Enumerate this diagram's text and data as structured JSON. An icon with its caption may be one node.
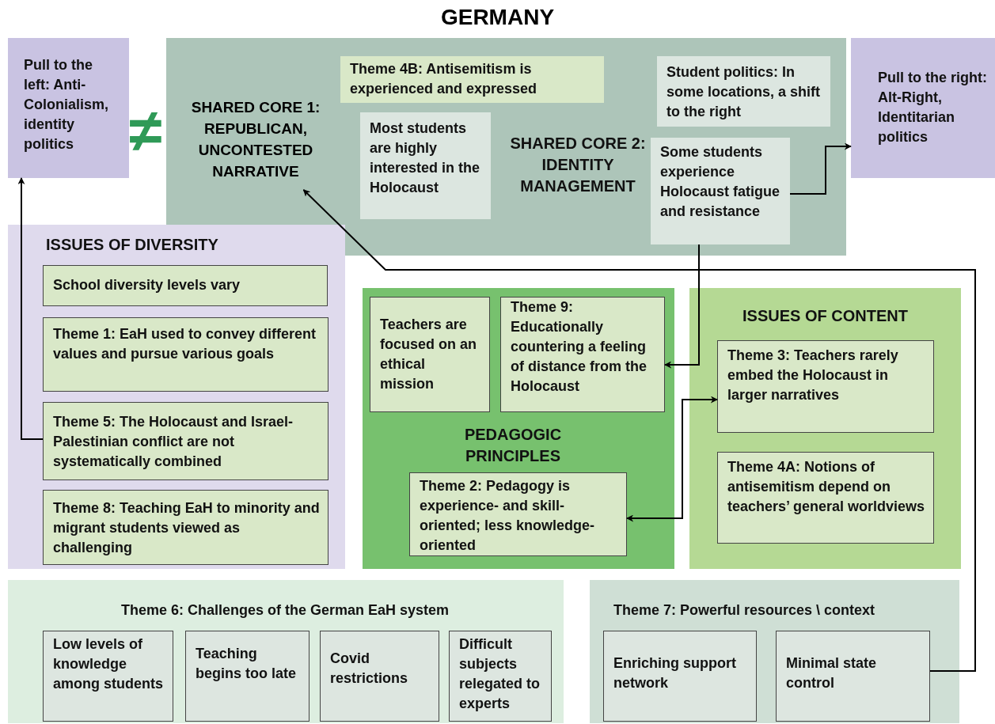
{
  "diagram": {
    "title": "GERMANY",
    "nodes": [
      {
        "text": [
          "Pull to the left: Anti-Colonialism, identity politics"
        ]
      },
      {
        "text": [
          "SHARED CORE 2: IDENTITY MANAGEMENT"
        ]
      },
      {
        "text": [
          "SHARED CORE 1: REPUBLICAN, UNCONTESTED NARRATIVE"
        ],
        "in": 1
      },
      {
        "text": [
          "Theme 4B: Antisemitism is experienced and expressed"
        ],
        "in": 1
      },
      {
        "text": [
          "Most students are highly interested in the Holocaust"
        ],
        "in": 1
      },
      {
        "text": [
          "Student politics: In some locations, a shift to the right"
        ],
        "in": 1
      },
      {
        "text": [
          "Some students experience Holocaust fatigue and resistance"
        ],
        "in": 1
      },
      {
        "text": [
          "Pull to the right: Alt-Right, Identitarian politics"
        ]
      },
      {
        "text": [
          "ISSUES OF DIVERSITY"
        ]
      },
      {
        "text": [
          "School diversity levels vary"
        ],
        "in": 8
      },
      {
        "text": [
          "Theme 1: EaH used to convey different values and pursue various goals"
        ],
        "in": 8
      },
      {
        "text": [
          "Theme 5: The Holocaust and Israel-Palestinian conflict are not systematically combined"
        ],
        "in": 8
      },
      {
        "text": [
          "Theme 8: Teaching EaH to minority and migrant students viewed as challenging"
        ],
        "in": 8
      },
      {
        "text": [
          "PEDAGOGIC PRINCIPLES"
        ]
      },
      {
        "text": [
          "Teachers are focused on an ethical mission"
        ],
        "in": 13
      },
      {
        "text": [
          "Theme 9: Educationally countering a feeling of distance from the Holocaust"
        ],
        "in": 13
      },
      {
        "text": [
          "Theme 2: Pedagogy is experience- and skill-oriented; less knowledge-oriented"
        ],
        "in": 13
      },
      {
        "text": [
          "ISSUES OF CONTENT"
        ]
      },
      {
        "text": [
          "Theme 3: Teachers rarely embed the Holocaust in larger narratives"
        ],
        "in": 17
      },
      {
        "text": [
          "Theme 4A: Notions of antisemitism depend on teachers’ general worldviews"
        ],
        "in": 17
      },
      {
        "text": [
          "Theme 6: Challenges of the German EaH system"
        ]
      },
      {
        "text": [
          "Low levels of knowledge among students"
        ],
        "in": 20
      },
      {
        "text": [
          "Teaching begins too late"
        ],
        "in": 20
      },
      {
        "text": [
          "Covid restrictions"
        ],
        "in": 20
      },
      {
        "text": [
          "Difficult subjects relegated to experts"
        ],
        "in": 20
      },
      {
        "text": [
          "Theme 7: Powerful resources \\ context"
        ]
      },
      {
        "text": [
          "Enriching support network"
        ],
        "in": 25
      },
      {
        "text": [
          "Minimal state control"
        ],
        "in": 25
      }
    ],
    "edges": [
      {
        "from": 11,
        "to": 0,
        "arrow": "to"
      },
      {
        "from": 27,
        "to": 2,
        "arrow": "to"
      },
      {
        "from": 6,
        "to": 7,
        "arrow": "to"
      },
      {
        "from": 6,
        "to": 15,
        "arrow": "to"
      },
      {
        "from": 16,
        "to": 18,
        "arrow": "both"
      }
    ],
    "labels": [
      "≠"
    ]
  }
}
